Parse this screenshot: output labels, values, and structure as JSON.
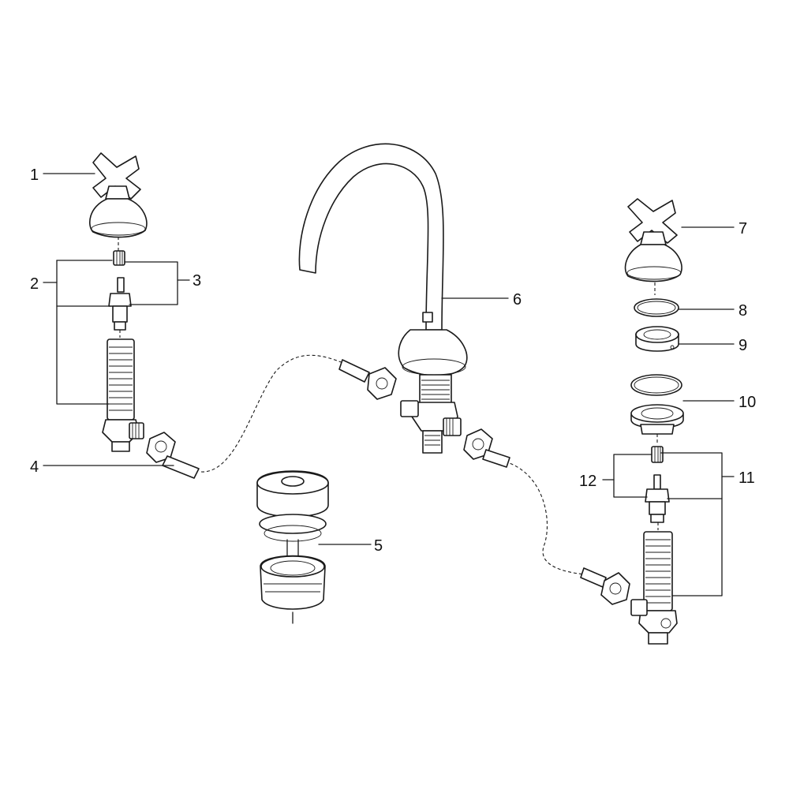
{
  "diagram": {
    "labels": {
      "p1": "1",
      "p2": "2",
      "p3": "3",
      "p4": "4",
      "p5": "5",
      "p6": "6",
      "p7": "7",
      "p8": "8",
      "p9": "9",
      "p10": "10",
      "p11": "11",
      "p12": "12"
    }
  }
}
